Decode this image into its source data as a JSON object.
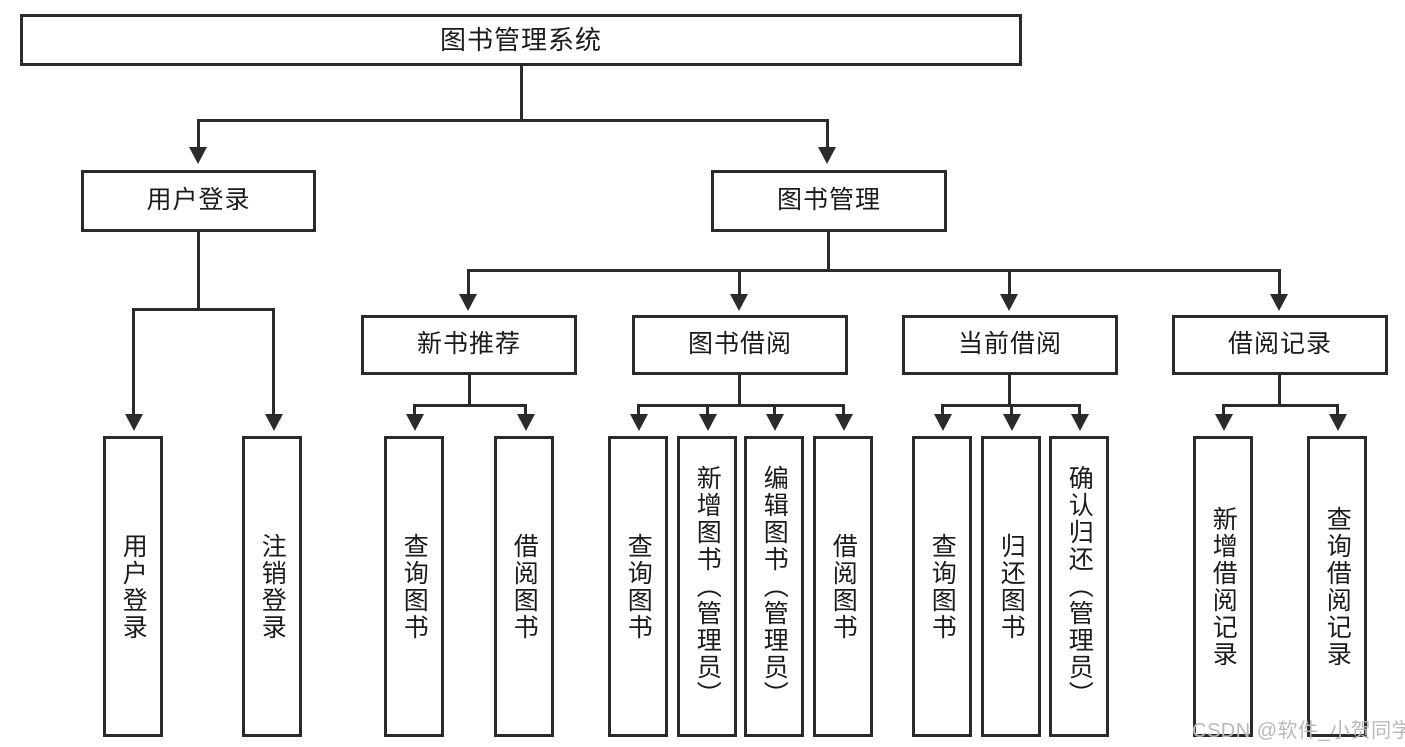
{
  "diagram": {
    "title": "图书管理系统",
    "type": "功能结构图",
    "watermark": "CSDN @软件_小贺同学",
    "colors": {
      "stroke": "#2b2b2b",
      "fill": "#ffffff",
      "text": "#1b1b1b",
      "watermark": "#b9b9b9"
    }
  },
  "root": {
    "label": "图书管理系统"
  },
  "level2": [
    {
      "label": "用户登录"
    },
    {
      "label": "图书管理"
    }
  ],
  "level3": [
    {
      "label": "新书推荐"
    },
    {
      "label": "图书借阅"
    },
    {
      "label": "当前借阅"
    },
    {
      "label": "借阅记录"
    }
  ],
  "leaves": {
    "user_login": [
      {
        "label": "用户登录"
      },
      {
        "label": "注销登录"
      }
    ],
    "new_book_recommend": [
      {
        "label": "查询图书"
      },
      {
        "label": "借阅图书"
      }
    ],
    "book_borrow": [
      {
        "label": "查询图书"
      },
      {
        "label": "新增图书（管理员）"
      },
      {
        "label": "编辑图书（管理员）"
      },
      {
        "label": "借阅图书"
      }
    ],
    "current_borrow": [
      {
        "label": "查询图书"
      },
      {
        "label": "归还图书"
      },
      {
        "label": "确认归还（管理员）"
      }
    ],
    "borrow_record": [
      {
        "label": "新增借阅记录"
      },
      {
        "label": "查询借阅记录"
      }
    ]
  }
}
